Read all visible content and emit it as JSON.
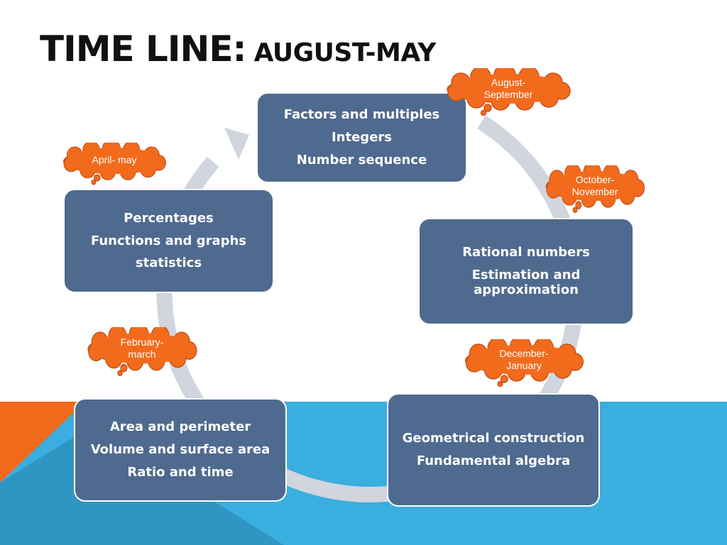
{
  "slide": {
    "title_main": "TIME LINE:",
    "title_sub": "AUGUST-MAY"
  },
  "colors": {
    "box_fill": "#4f6a8f",
    "cloud_fill": "#f26b1d",
    "cloud_stroke": "#c8531a",
    "arrow": "#d0d5de",
    "band_blue": "#3aaede",
    "band_orange": "#f26b1d"
  },
  "stages": [
    {
      "lines": [
        "Factors and multiples",
        "Integers",
        "Number sequence"
      ]
    },
    {
      "lines": [
        "Rational numbers",
        "Estimation and approximation"
      ]
    },
    {
      "lines": [
        "Geometrical construction",
        "Fundamental algebra"
      ]
    },
    {
      "lines": [
        "Area and perimeter",
        "Volume and surface area",
        "Ratio and time"
      ]
    },
    {
      "lines": [
        "Percentages",
        "Functions and graphs",
        "statistics"
      ]
    }
  ],
  "periods": [
    {
      "lines": [
        "August-",
        "September"
      ]
    },
    {
      "lines": [
        "October-",
        "November"
      ]
    },
    {
      "lines": [
        "December-",
        "January"
      ]
    },
    {
      "lines": [
        "February-",
        "march"
      ]
    },
    {
      "lines": [
        "April- may"
      ]
    }
  ]
}
